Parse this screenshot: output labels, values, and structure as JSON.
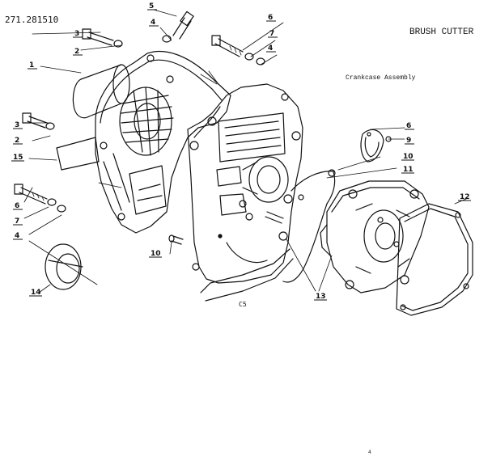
{
  "header": {
    "model_number": "271.281510",
    "product": "BRUSH CUTTER",
    "assembly": "Crankcase Assembly"
  },
  "drawing": {
    "reference_code": "C5",
    "page_mark": "4"
  },
  "callouts": [
    {
      "id": "c-5",
      "label": "5"
    },
    {
      "id": "c-4a",
      "label": "4"
    },
    {
      "id": "c-3a",
      "label": "3"
    },
    {
      "id": "c-2a",
      "label": "2"
    },
    {
      "id": "c-6a",
      "label": "6"
    },
    {
      "id": "c-7a",
      "label": "7"
    },
    {
      "id": "c-4b",
      "label": "4"
    },
    {
      "id": "c-1",
      "label": "1"
    },
    {
      "id": "c-3b",
      "label": "3"
    },
    {
      "id": "c-2b",
      "label": "2"
    },
    {
      "id": "c-15",
      "label": "15"
    },
    {
      "id": "c-6b",
      "label": "6"
    },
    {
      "id": "c-9",
      "label": "9"
    },
    {
      "id": "c-10a",
      "label": "10"
    },
    {
      "id": "c-11",
      "label": "11"
    },
    {
      "id": "c-12",
      "label": "12"
    },
    {
      "id": "c-6c",
      "label": "6"
    },
    {
      "id": "c-7b",
      "label": "7"
    },
    {
      "id": "c-4c",
      "label": "4"
    },
    {
      "id": "c-10b",
      "label": "10"
    },
    {
      "id": "c-14",
      "label": "14"
    },
    {
      "id": "c-13",
      "label": "13"
    }
  ]
}
